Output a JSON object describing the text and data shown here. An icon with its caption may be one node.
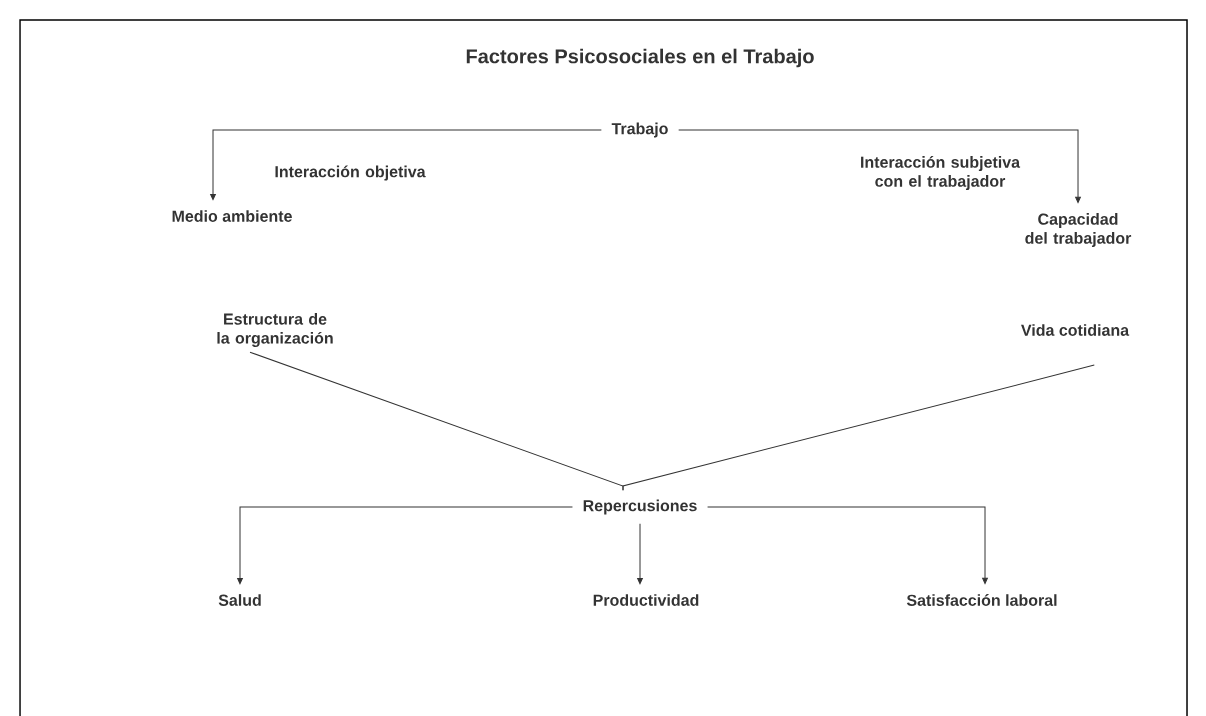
{
  "diagram": {
    "title": "Factores Psicosociales en el Trabajo",
    "nodes": [
      {
        "text": [
          "Trabajo"
        ]
      },
      {
        "text": [
          "Medio ambiente"
        ]
      },
      {
        "text": [
          "Capacidad del trabajador"
        ]
      },
      {
        "text": [
          "Estructura de la organización"
        ]
      },
      {
        "text": [
          "Vida cotidiana"
        ]
      },
      {
        "text": [
          "Repercusiones"
        ]
      },
      {
        "text": [
          "Salud"
        ]
      },
      {
        "text": [
          "Productividad"
        ]
      },
      {
        "text": [
          "Satisfacción laboral"
        ]
      }
    ],
    "edges": [
      {
        "from": 0,
        "to": 1,
        "arrow": "to",
        "label": "Interacción objetiva"
      },
      {
        "from": 0,
        "to": 2,
        "arrow": "to",
        "label": "Interacción subjetiva con el trabajador"
      },
      {
        "from": 3,
        "to": 5,
        "arrow": "none"
      },
      {
        "from": 4,
        "to": 5,
        "arrow": "none"
      },
      {
        "from": 5,
        "to": 6,
        "arrow": "to"
      },
      {
        "from": 5,
        "to": 7,
        "arrow": "to"
      },
      {
        "from": 5,
        "to": 8,
        "arrow": "to"
      }
    ]
  }
}
